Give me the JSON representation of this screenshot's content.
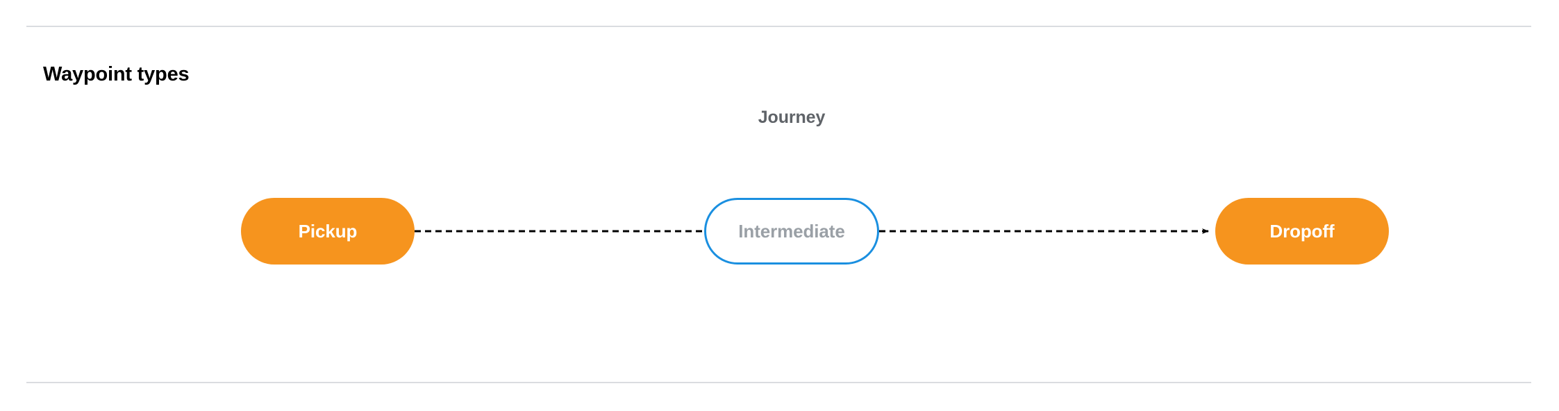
{
  "page": {
    "title": "Waypoint types"
  },
  "diagram": {
    "group_label": "Journey",
    "nodes": [
      {
        "id": "pickup",
        "label": "Pickup",
        "style": "filled",
        "fill": "#f6941e",
        "text_color": "#ffffff"
      },
      {
        "id": "intermediate",
        "label": "Intermediate",
        "style": "outline",
        "fill": "#ffffff",
        "border_color": "#1a8fe0",
        "text_color": "#9aa0a6"
      },
      {
        "id": "dropoff",
        "label": "Dropoff",
        "style": "filled",
        "fill": "#f6941e",
        "text_color": "#ffffff"
      }
    ],
    "edges": [
      {
        "from": "pickup",
        "to": "intermediate",
        "style": "dashed",
        "arrowhead": false,
        "color": "#000000"
      },
      {
        "from": "intermediate",
        "to": "dropoff",
        "style": "dashed",
        "arrowhead": true,
        "color": "#000000"
      }
    ]
  },
  "colors": {
    "divider": "#dadce0",
    "accent_orange": "#f6941e",
    "accent_blue": "#1a8fe0",
    "muted_text": "#9aa0a6",
    "label_text": "#5f6368"
  }
}
